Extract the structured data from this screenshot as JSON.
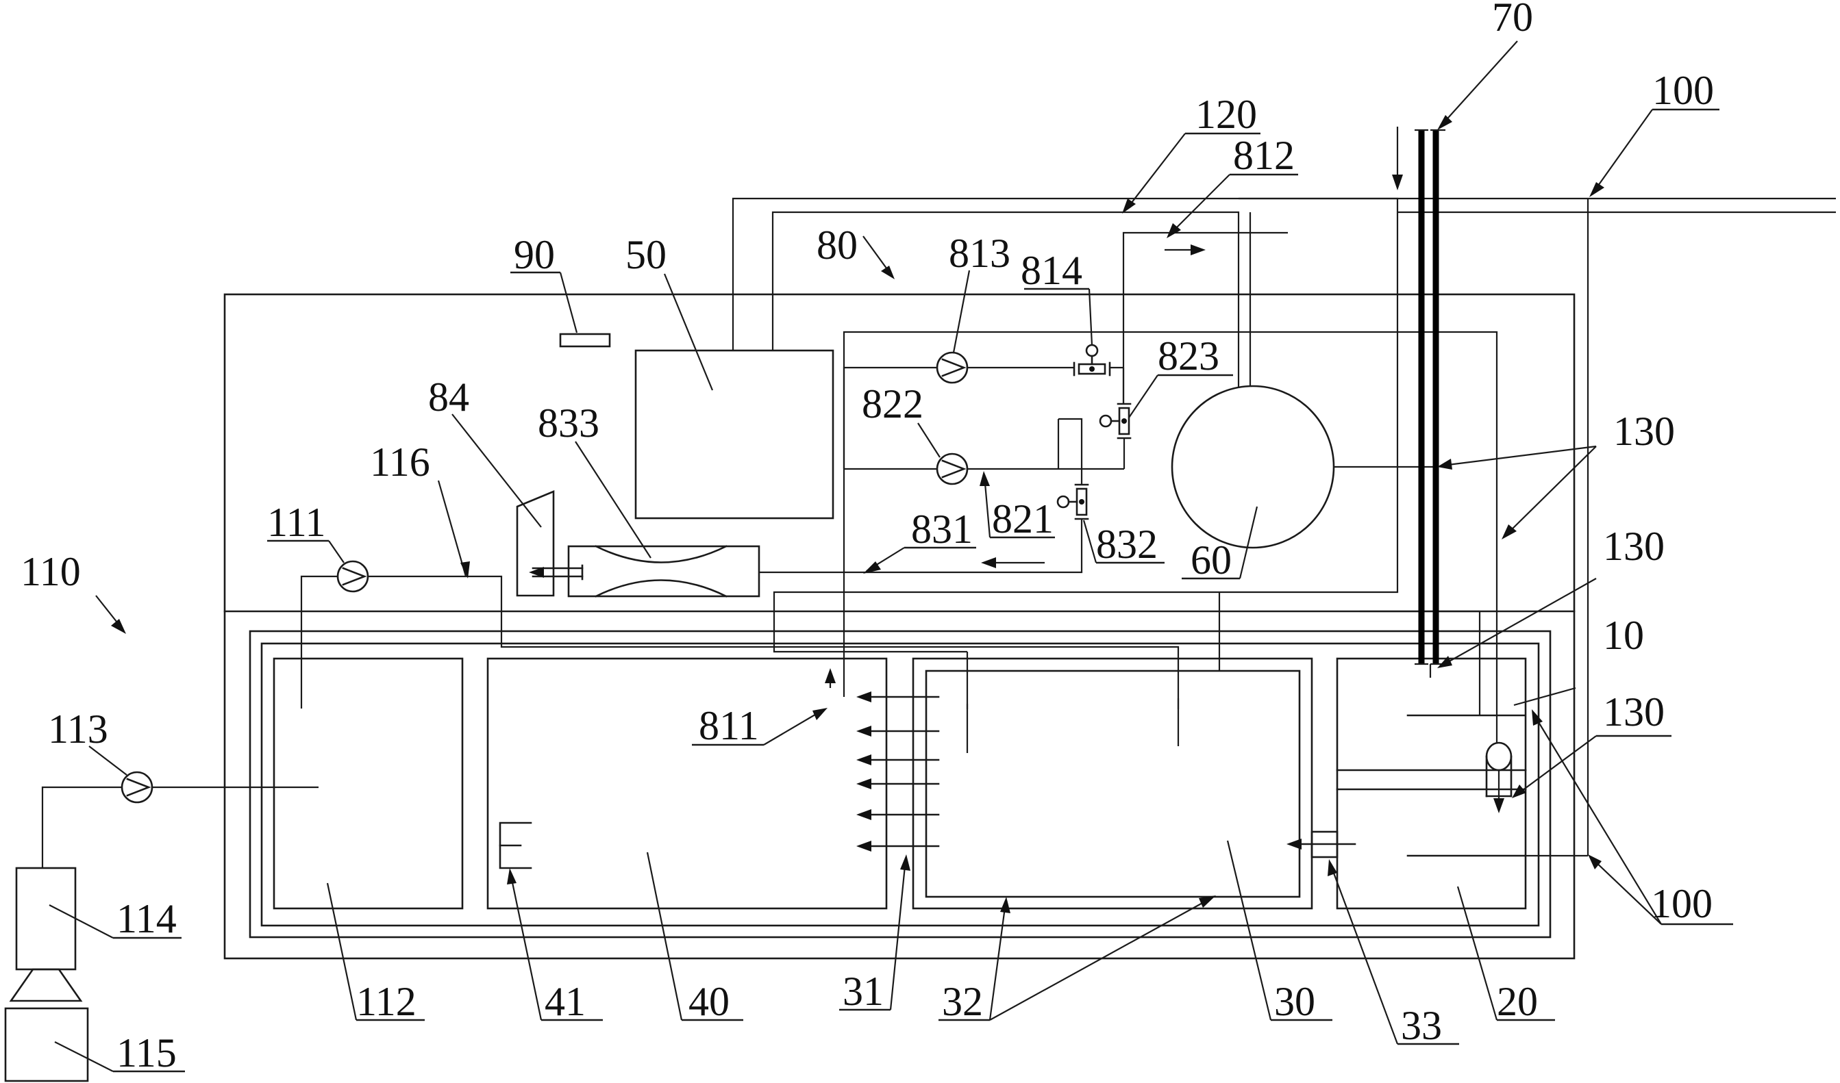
{
  "labels": {
    "l70": "70",
    "l100a": "100",
    "l120": "120",
    "l812": "812",
    "l80": "80",
    "l90": "90",
    "l50": "50",
    "l813": "813",
    "l814": "814",
    "l823": "823",
    "l84": "84",
    "l833": "833",
    "l822": "822",
    "l116": "116",
    "l111": "111",
    "l831": "831",
    "l821": "821",
    "l832": "832",
    "l60": "60",
    "l130a": "130",
    "l130b": "130",
    "l110": "110",
    "l10": "10",
    "l130c": "130",
    "l113": "113",
    "l811": "811",
    "l100b": "100",
    "l114": "114",
    "l112": "112",
    "l41": "41",
    "l40": "40",
    "l31": "31",
    "l32": "32",
    "l30": "30",
    "l33": "33",
    "l20": "20",
    "l115": "115"
  },
  "colors": {
    "line": "#1a1a1a",
    "background": "#ffffff"
  }
}
